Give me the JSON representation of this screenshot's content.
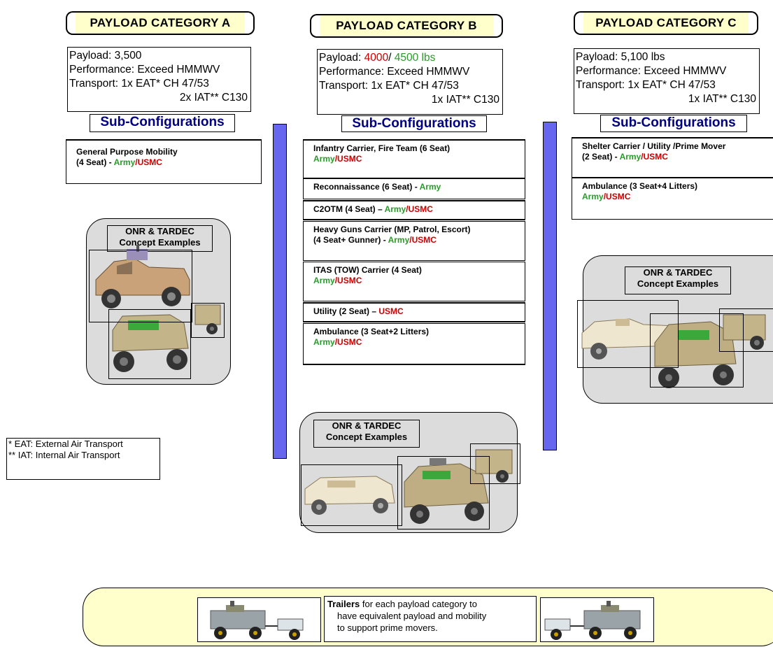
{
  "categories": [
    {
      "banner": "PAYLOAD CATEGORY  A",
      "payload_label": "Payload: ",
      "payload_value_plain": "3,500",
      "performance": "Performance: Exceed HMMWV",
      "transport1": "Transport: 1x EAT* CH 47/53",
      "transport2": "2x IAT** C130",
      "subconfig_header": "Sub-Configurations",
      "configs": [
        {
          "line1": "General Purpose Mobility",
          "line2_prefix": "(4 Seat)  - ",
          "army": "Army",
          "sep": "/",
          "usmc": "USMC"
        }
      ]
    },
    {
      "banner": "PAYLOAD CATEGORY  B",
      "payload_label": "Payload: ",
      "payload_red": "4000",
      "payload_sep": "/ ",
      "payload_green": "4500 lbs",
      "performance": "Performance: Exceed HMMWV",
      "transport1": "Transport: 1x EAT* CH 47/53",
      "transport2": "1x IAT** C130",
      "subconfig_header": "Sub-Configurations",
      "configs": [
        {
          "line1": "Infantry Carrier, Fire Team  (6 Seat)",
          "army": "Army",
          "sep": "/",
          "usmc": "USMC"
        },
        {
          "line1": "Reconnaissance (6 Seat) - ",
          "army": "Army"
        },
        {
          "line1": "C2OTM (4 Seat) – ",
          "army": "Army",
          "sep": "/",
          "usmc": "USMC"
        },
        {
          "line1": "Heavy Guns Carrier (MP, Patrol, Escort)",
          "line2_prefix": "(4 Seat+ Gunner) -  ",
          "army": "Army",
          "sep": "/",
          "usmc": "USMC"
        },
        {
          "line1": "ITAS (TOW) Carrier (4 Seat)",
          "army": "Army",
          "sep": "/",
          "usmc": "USMC"
        },
        {
          "line1": "Utility  (2 Seat) – ",
          "usmc": "USMC"
        },
        {
          "line1": "Ambulance (3 Seat+2 Litters)",
          "army": "Army",
          "sep": "/",
          "usmc": "USMC"
        }
      ]
    },
    {
      "banner": "PAYLOAD CATEGORY  C",
      "payload_label": "Payload:  ",
      "payload_value_plain": "5,100 lbs",
      "performance": "Performance: Exceed HMMWV",
      "transport1": "Transport: 1x EAT* CH 47/53",
      "transport2": "1x IAT** C130",
      "subconfig_header": "Sub-Configurations",
      "configs": [
        {
          "line1": "Shelter Carrier / Utility /Prime Mover",
          "line2_prefix": "(2 Seat)  - ",
          "army": "Army",
          "sep": "/",
          "usmc": "USMC"
        },
        {
          "line1": "Ambulance (3 Seat+4 Litters)",
          "army": "Army",
          "sep": "/",
          "usmc": "USMC"
        }
      ]
    }
  ],
  "concept_label_line1": "ONR & TARDEC",
  "concept_label_line2": "Concept Examples",
  "footnote": {
    "line1": "* EAT: External Air Transport",
    "line2": "** IAT: Internal Air Transport"
  },
  "trailers": {
    "bold": "Trailers",
    "rest1": " for each payload category to",
    "line2": "have equivalent payload and mobility",
    "line3": "to support prime movers."
  },
  "colors": {
    "army_green": "#2a9a2a",
    "usmc_red": "#cc0000",
    "subconfig_blue": "#000080",
    "bar_blue": "#6666ee",
    "banner_yellow": "#ffffcc",
    "concept_gray": "#dcdcdc"
  }
}
